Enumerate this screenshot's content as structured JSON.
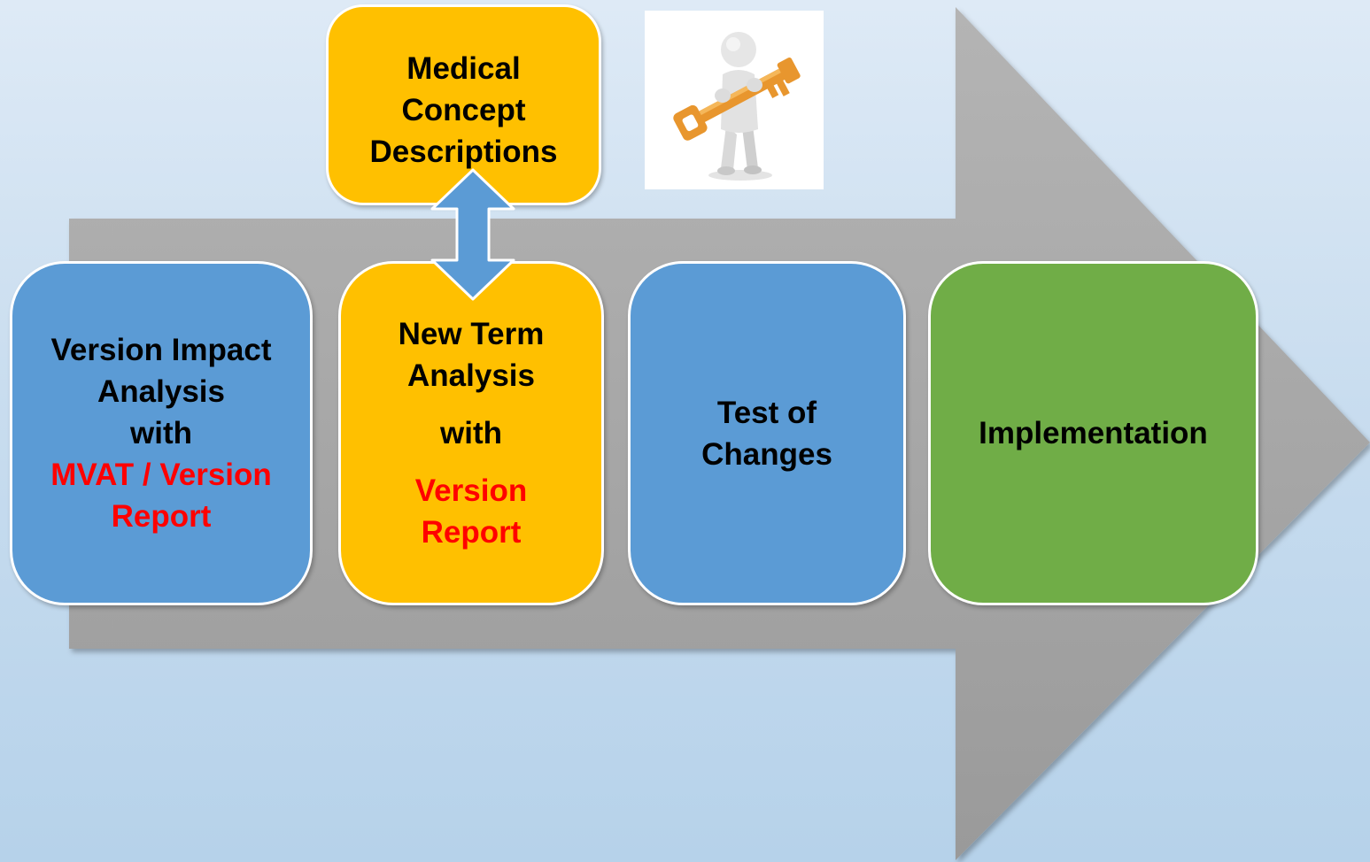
{
  "colors": {
    "blue_box": "#5b9bd5",
    "yellow_box": "#ffc000",
    "green_box": "#70ad47",
    "arrow_gray": "#a6a6a6",
    "highlight_red": "#ff0000"
  },
  "medical_box": {
    "lines": [
      "Medical",
      "Concept",
      "Descriptions"
    ]
  },
  "steps": {
    "version_impact": {
      "lines": [
        "Version Impact",
        "Analysis",
        "with"
      ],
      "highlight_lines": [
        "MVAT / Version",
        "Report"
      ]
    },
    "new_term": {
      "lines": [
        "New Term",
        "Analysis"
      ],
      "with_label": "with",
      "highlight_lines": [
        "Version",
        "Report"
      ]
    },
    "test": {
      "lines": [
        "Test of",
        "Changes"
      ]
    },
    "implementation": {
      "lines": [
        "Implementation"
      ]
    }
  },
  "illustration": {
    "icon": "person-holding-key-icon"
  }
}
